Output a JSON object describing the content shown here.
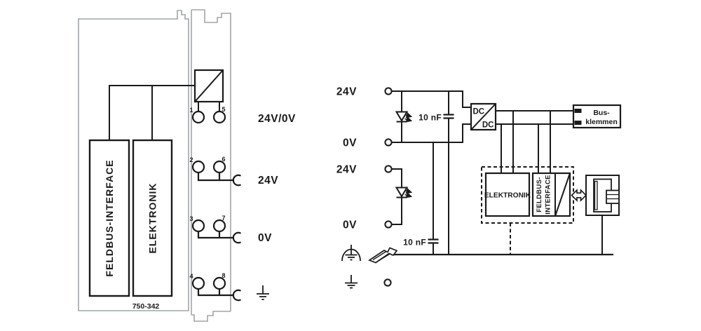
{
  "module": {
    "order_number": "750-342",
    "block_labels": {
      "feldbus": "FELDBUS-INTERFACE",
      "elektronik": "ELEKTRONIK"
    },
    "terminal_numbers": {
      "n1": "1",
      "n5": "5",
      "n2": "2",
      "n6": "6",
      "n3": "3",
      "n7": "7",
      "n4": "4",
      "n8": "8"
    },
    "row_labels": {
      "row1": "24V/0V",
      "row2": "24V",
      "row3": "0V"
    }
  },
  "schematic": {
    "terminal_labels": {
      "t1": "24V",
      "t2": "0V",
      "t3": "24V",
      "t4": "0V"
    },
    "capacitor1": "10 nF",
    "capacitor2": "10 nF",
    "dcdc": {
      "in": "DC",
      "out": "DC"
    },
    "bus_terminals": {
      "line1": "Bus-",
      "line2": "klemmen"
    },
    "elektronik": "ELEKTRONIK",
    "feldbus_line1": "FELDBUS-",
    "feldbus_line2": "INTERFACE"
  },
  "colors": {
    "line": "#1a1a1a",
    "casing": "#a1a5a8",
    "background": "#ffffff"
  }
}
